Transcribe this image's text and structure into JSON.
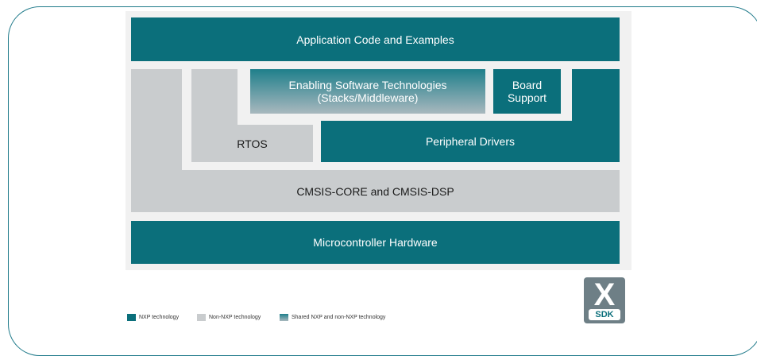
{
  "blocks": {
    "application": "Application Code and Examples",
    "enabling_line1": "Enabling Software Technologies",
    "enabling_line2": "(Stacks/Middleware)",
    "board_line1": "Board",
    "board_line2": "Support",
    "rtos": "RTOS",
    "peripheral": "Peripheral Drivers",
    "cmsis": "CMSIS-CORE and CMSIS-DSP",
    "hardware": "Microcontroller Hardware"
  },
  "legend": {
    "nxp": "NXP technology",
    "non_nxp": "Non-NXP technology",
    "shared": "Shared NXP and non-NXP technology"
  },
  "logo": {
    "mark": "X",
    "label": "SDK"
  },
  "colors": {
    "nxp": "#0b6f7b",
    "non_nxp": "#c9ccce",
    "shared_top": "#1f7f8b",
    "shared_bottom": "#a9b8be",
    "frame": "#1f7a8a"
  }
}
